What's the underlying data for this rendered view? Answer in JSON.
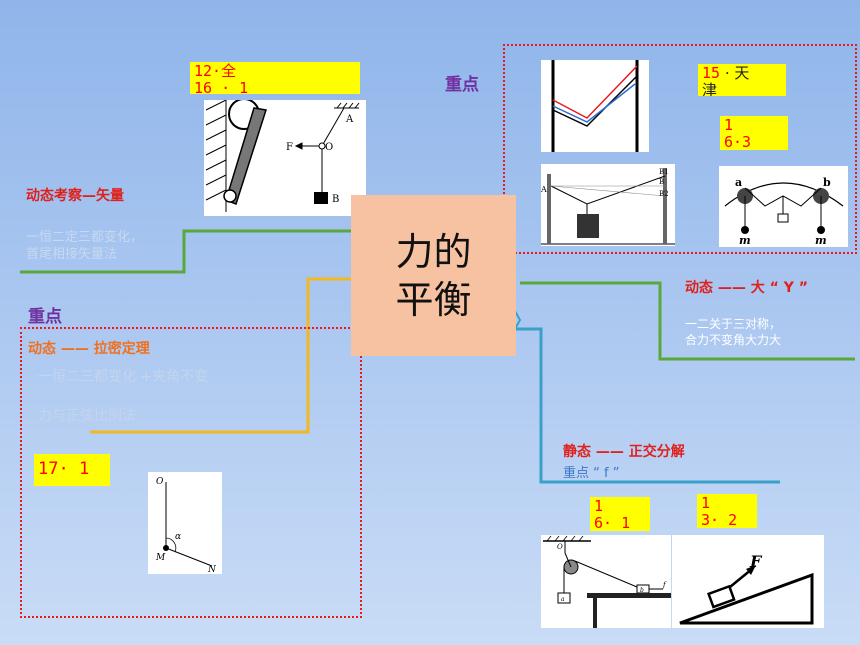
{
  "center_title": "力的\n平衡",
  "colors": {
    "green": "#5aa83c",
    "yellow": "#f2b81f",
    "teal": "#3aa0c8",
    "red": "#e8191f",
    "purple": "#7030a0",
    "orange": "#f07020"
  },
  "left_top": {
    "ref": "12·全\n16 · 1",
    "heading": "动态考察—矢量",
    "note": "一恒二定三都变化，\n首尾相接矢量法"
  },
  "left_bottom": {
    "tag": "重点",
    "heading": "动态 —— 拉密定理",
    "line1": "一恒二三都变化 +夹角不变",
    "line2": "力与正弦比例法",
    "ref": "17· 1"
  },
  "right_top": {
    "tag": "重点",
    "ref1_num": "15",
    "ref1_text": " · 天\n津",
    "ref2": "1\n6·3"
  },
  "right_mid": {
    "heading": "动态 —— 大 “ Y ”",
    "note": "一二关于三对称，\n合力不变角大力大"
  },
  "right_bottom": {
    "heading": "静态 —— 正交分解",
    "note": "重点 “ f ”",
    "ref1": "1\n6· 1",
    "ref2": "1\n3· 2"
  },
  "diagrams": {
    "fig1_labels": {
      "A": "A",
      "O": "O",
      "F": "F",
      "B": "B"
    },
    "fig2_labels": {
      "A": "A",
      "B1": "B1",
      "B": "B",
      "B2": "B2"
    },
    "fig3_labels": {
      "a": "a",
      "b": "b",
      "m1": "m",
      "m2": "m"
    },
    "fig4_labels": {
      "O": "O",
      "M": "M",
      "N": "N",
      "alpha": "α"
    },
    "fig5_labels": {
      "O": "O",
      "a": "a",
      "b": "b",
      "f": "f"
    },
    "fig6_labels": {
      "F": "F"
    }
  }
}
